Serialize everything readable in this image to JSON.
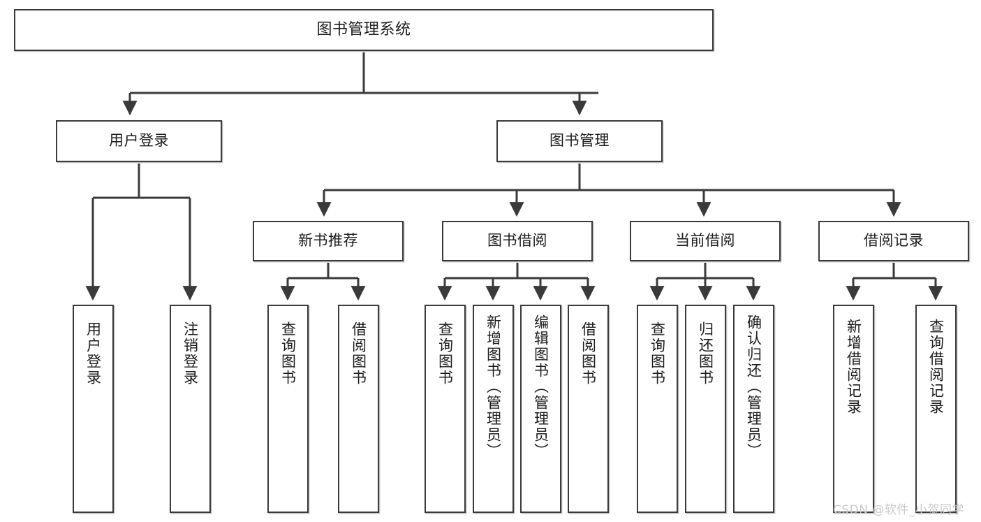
{
  "diagram": {
    "title": "图书管理系统",
    "type": "functional-structure-tree",
    "orientation": "top-down",
    "style": {
      "box_fill": "#ffffff",
      "box_border": "#3a3a3a",
      "connector": "#3a3a3a",
      "text": "#1c1c1c",
      "watermark": "#c9c9c9",
      "background": "#ffffff"
    }
  },
  "nodes": {
    "root": {
      "label": "图书管理系统"
    },
    "level2": [
      {
        "id": "user-login",
        "label": "用户登录"
      },
      {
        "id": "book-manage",
        "label": "图书管理"
      }
    ],
    "level3": [
      {
        "id": "new-book-rec",
        "label": "新书推荐"
      },
      {
        "id": "book-borrow",
        "label": "图书借阅"
      },
      {
        "id": "current-borrow",
        "label": "当前借阅"
      },
      {
        "id": "borrow-record",
        "label": "借阅记录"
      }
    ],
    "leaves": {
      "user-login": [
        {
          "id": "leaf-user-login",
          "label": "用户登录"
        },
        {
          "id": "leaf-logout-login",
          "label": "注销登录"
        }
      ],
      "new-book-rec": [
        {
          "id": "leaf-query-book-1",
          "label": "查询图书"
        },
        {
          "id": "leaf-borrow-book-1",
          "label": "借阅图书"
        }
      ],
      "book-borrow": [
        {
          "id": "leaf-query-book-2",
          "label": "查询图书"
        },
        {
          "id": "leaf-add-book",
          "label": "新增图书（管理员）"
        },
        {
          "id": "leaf-edit-book",
          "label": "编辑图书（管理员）"
        },
        {
          "id": "leaf-borrow-book-2",
          "label": "借阅图书"
        }
      ],
      "current-borrow": [
        {
          "id": "leaf-query-book-3",
          "label": "查询图书"
        },
        {
          "id": "leaf-return-book",
          "label": "归还图书"
        },
        {
          "id": "leaf-confirm-return",
          "label": "确认归还（管理员）"
        }
      ],
      "borrow-record": [
        {
          "id": "leaf-add-record",
          "label": "新增借阅记录"
        },
        {
          "id": "leaf-query-record",
          "label": "查询借阅记录"
        }
      ]
    }
  },
  "watermark": {
    "text": "CSDN @软件_小贺同学"
  }
}
